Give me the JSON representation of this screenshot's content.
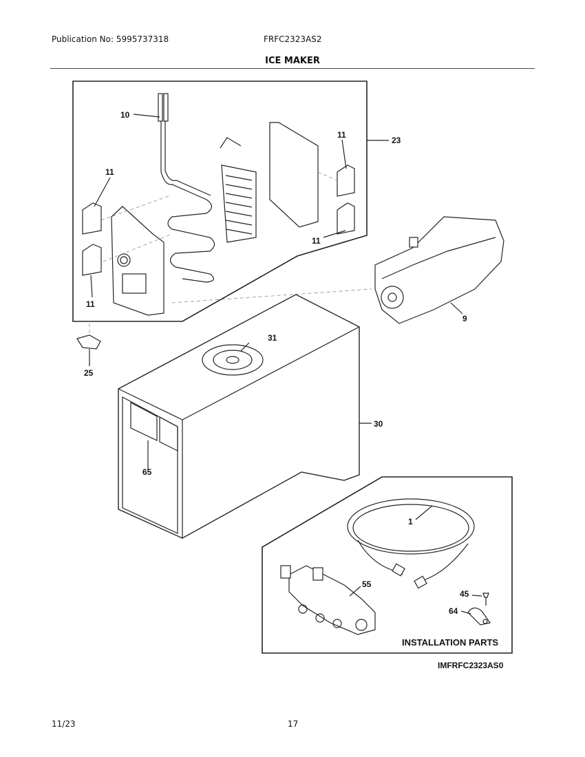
{
  "header": {
    "publication": "Publication No: 5995737318",
    "model": "FRFC2323AS2",
    "section_title": "ICE MAKER"
  },
  "callouts": {
    "p10": "10",
    "p11_top_right": "11",
    "p23": "23",
    "p11_left_top": "11",
    "p11_left_bottom": "11",
    "p11_right_bottom": "11",
    "p9": "9",
    "p31": "31",
    "p25": "25",
    "p30": "30",
    "p65": "65",
    "p1": "1",
    "p55": "55",
    "p45": "45",
    "p64": "64"
  },
  "install_parts_label": "INSTALLATION PARTS",
  "diagram_code": "IMFRFC2323AS0",
  "footer": {
    "date": "11/23",
    "page": "17"
  }
}
